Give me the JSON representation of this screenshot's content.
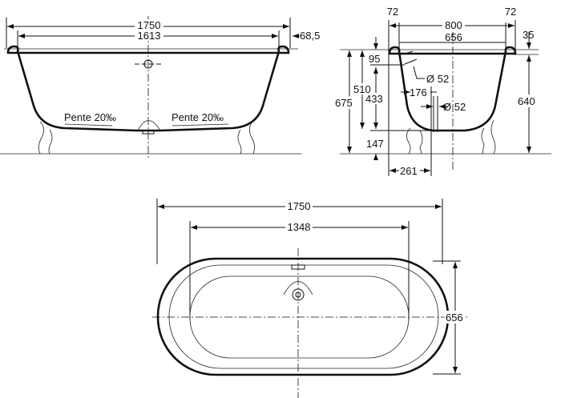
{
  "side_view": {
    "length_overall": "1750",
    "length_inner": "1613",
    "rim_offset": "68,5",
    "slope_left": "Pente 20‰",
    "slope_right": "Pente 20‰"
  },
  "end_view": {
    "rim_left": "72",
    "rim_right": "72",
    "width_overall": "800",
    "width_inner": "656",
    "rim_thickness": "35",
    "overflow_depth": "95",
    "overflow_diameter": "Ø 52",
    "drain_offset": "176",
    "drain_diameter": "Ø 52",
    "inner_depth": "510",
    "overflow_to_bottom": "433",
    "total_height": "675",
    "bottom_height": "147",
    "height_to_rim": "640",
    "drain_from_edge": "261"
  },
  "top_view": {
    "length_overall": "1750",
    "length_inner": "1348",
    "width_overall": "656"
  }
}
